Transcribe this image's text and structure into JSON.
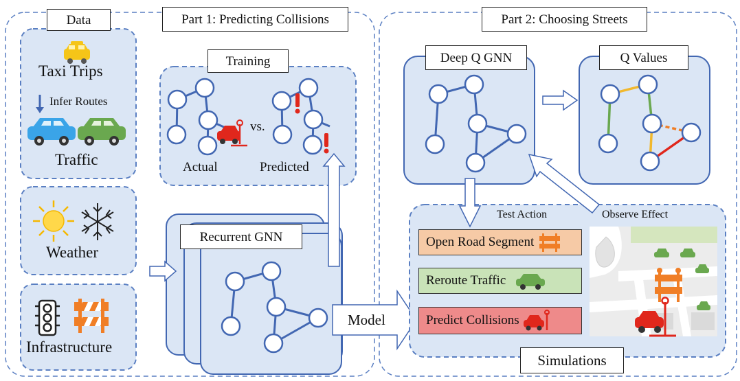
{
  "part1": {
    "title": "Part 1: Predicting Collisions"
  },
  "part2": {
    "title": "Part 2: Choosing Streets"
  },
  "data_panel": {
    "title": "Data",
    "taxi_trips": "Taxi Trips",
    "infer_routes": "Infer Routes",
    "traffic": "Traffic",
    "weather": "Weather",
    "infrastructure": "Infrastructure"
  },
  "training": {
    "title": "Training",
    "actual": "Actual",
    "vs": "vs.",
    "predicted": "Predicted"
  },
  "recurrent_gnn": {
    "title": "Recurrent GNN"
  },
  "model_arrow": {
    "label": "Model"
  },
  "deep_q": {
    "title": "Deep Q GNN"
  },
  "q_values": {
    "title": "Q Values"
  },
  "simulations": {
    "title": "Simulations",
    "test_action": "Test Action",
    "observe_effect": "Observe Effect",
    "actions": [
      {
        "label": "Open Road Segment",
        "color": "#f6caa6"
      },
      {
        "label": "Reroute Traffic",
        "color": "#c9e3b8"
      },
      {
        "label": "Predict Collisions",
        "color": "#ee8a8a"
      }
    ]
  },
  "colors": {
    "panel_fill": "#dbe6f5",
    "panel_border": "#5a7fc2",
    "edge": "#4267b2",
    "collision_red": "#e0271c",
    "q_green": "#6aa84f",
    "q_yellow": "#f1b82d",
    "q_orange": "#f07e26",
    "q_red": "#e0271c"
  }
}
